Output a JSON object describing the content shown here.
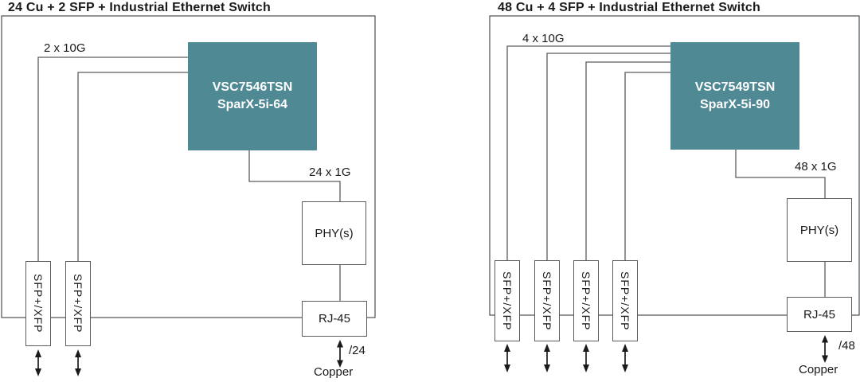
{
  "colors": {
    "chip_fill": "#4E8994",
    "line": "#5B5C5E",
    "text": "#1A1A1A"
  },
  "diagrams": [
    {
      "title": "24 Cu + 2 SFP + Industrial Ethernet Switch",
      "chip_line1": "VSC7546TSN",
      "chip_line2": "SparX-5i-64",
      "uplink_label": "2 x 10G",
      "downlink_label": "24 x 1G",
      "phy_label": "PHY(s)",
      "rj45_label": "RJ-45",
      "sfp_labels": [
        "SFP+/XFP",
        "SFP+/XFP"
      ],
      "copper_count_label": "/24",
      "copper_label": "Copper"
    },
    {
      "title": "48 Cu + 4 SFP + Industrial Ethernet Switch",
      "chip_line1": "VSC7549TSN",
      "chip_line2": "SparX-5i-90",
      "uplink_label": "4 x 10G",
      "downlink_label": "48 x 1G",
      "phy_label": "PHY(s)",
      "rj45_label": "RJ-45",
      "sfp_labels": [
        "SFP+/XFP",
        "SFP+/XFP",
        "SFP+/XFP",
        "SFP+/XFP"
      ],
      "copper_count_label": "/48",
      "copper_label": "Copper"
    }
  ]
}
